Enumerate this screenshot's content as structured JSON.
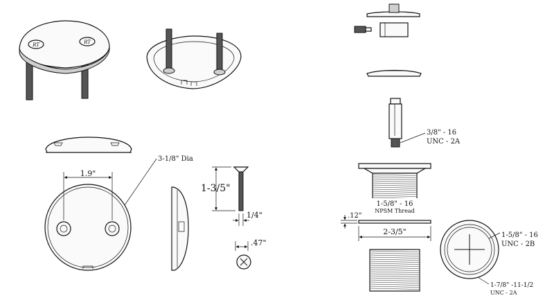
{
  "dimensions": {
    "cover_diameter": "3-1/8\" Dia",
    "hole_spacing": "1.9\"",
    "screw_length": "1-3/5\"",
    "screw_shank": "1/4\"",
    "screw_head": ".47\"",
    "plunger_thread_size": "3/8\" - 16",
    "plunger_thread_class": "UNC - 2A",
    "drain_thread_size": "1-5/8\" - 16",
    "drain_thread_type": "NPSM Thread",
    "flange_thickness": ".12\"",
    "flange_diameter": "2-3/5\"",
    "ring_thread_size": "1-5/8\" - 16",
    "ring_thread_class": "UNC - 2B",
    "outer_thread_size": "1-7/8\" -11-1/2",
    "outer_thread_class": "UNC - 2A"
  },
  "logo_text": "RT"
}
